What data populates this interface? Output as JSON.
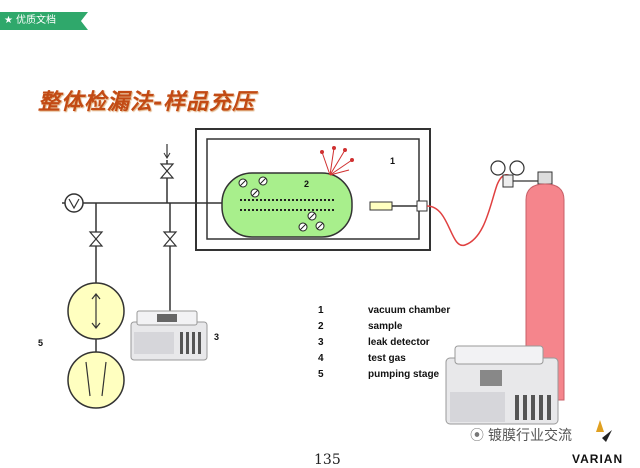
{
  "badge": {
    "label": "优质文档",
    "icon": "star-icon"
  },
  "title": "整体检漏法-样品充压",
  "callouts": {
    "c1": "1",
    "c2": "2",
    "c3": "3",
    "c5": "5"
  },
  "legend": [
    {
      "num": "1",
      "label": "vacuum chamber"
    },
    {
      "num": "2",
      "label": "sample"
    },
    {
      "num": "3",
      "label": "leak detector"
    },
    {
      "num": "4",
      "label": "test gas"
    },
    {
      "num": "5",
      "label": "pumping stage"
    }
  ],
  "page_number": "135",
  "brand": "VARIAN",
  "watermark": "镀膜行业交流",
  "colors": {
    "badge": "#2fa86b",
    "title": "#c24a14",
    "sample": "#a8ef8c",
    "gas_cylinder": "#f5858c",
    "hose": "#e04040"
  }
}
